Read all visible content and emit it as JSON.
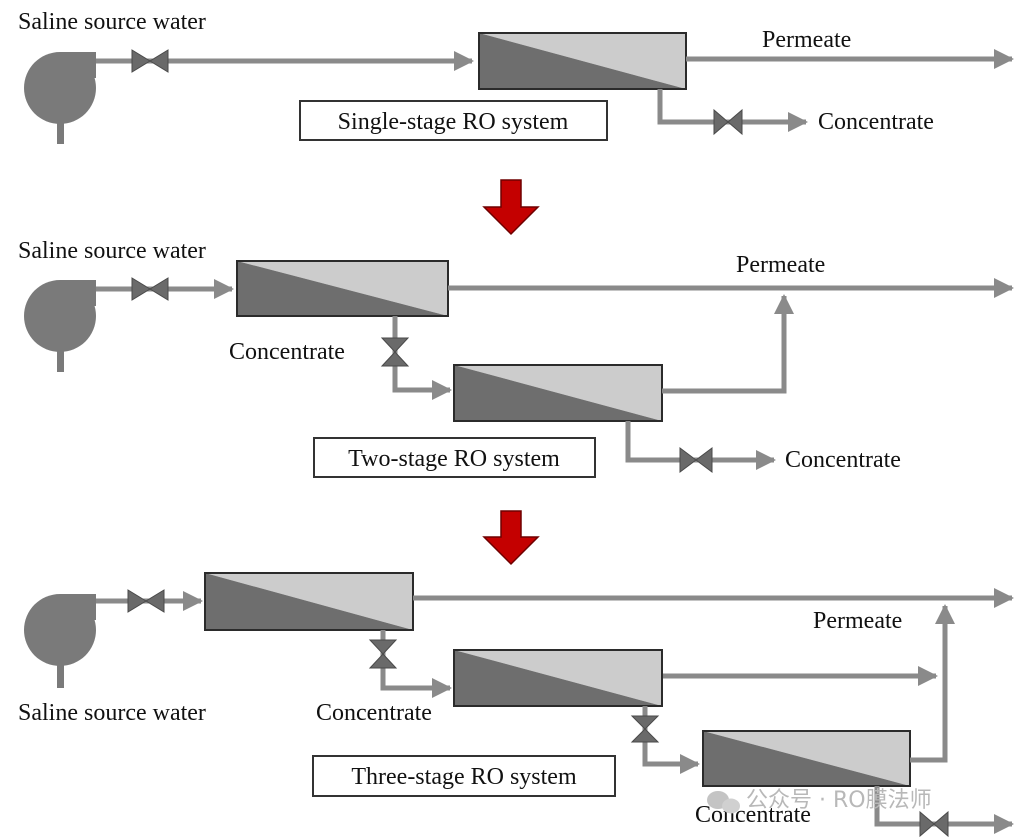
{
  "labels": {
    "saline_source_water": "Saline source water",
    "permeate": "Permeate",
    "concentrate": "Concentrate"
  },
  "systems": {
    "single": "Single-stage RO system",
    "two": "Two-stage RO system",
    "three": "Three-stage RO system"
  },
  "watermark": "公众号 · RO膜法师",
  "colors": {
    "pipe": "#8a8a8a",
    "membrane_light": "#cccccc",
    "membrane_dark": "#6e6e6e",
    "stage_arrow": "#c40000"
  }
}
